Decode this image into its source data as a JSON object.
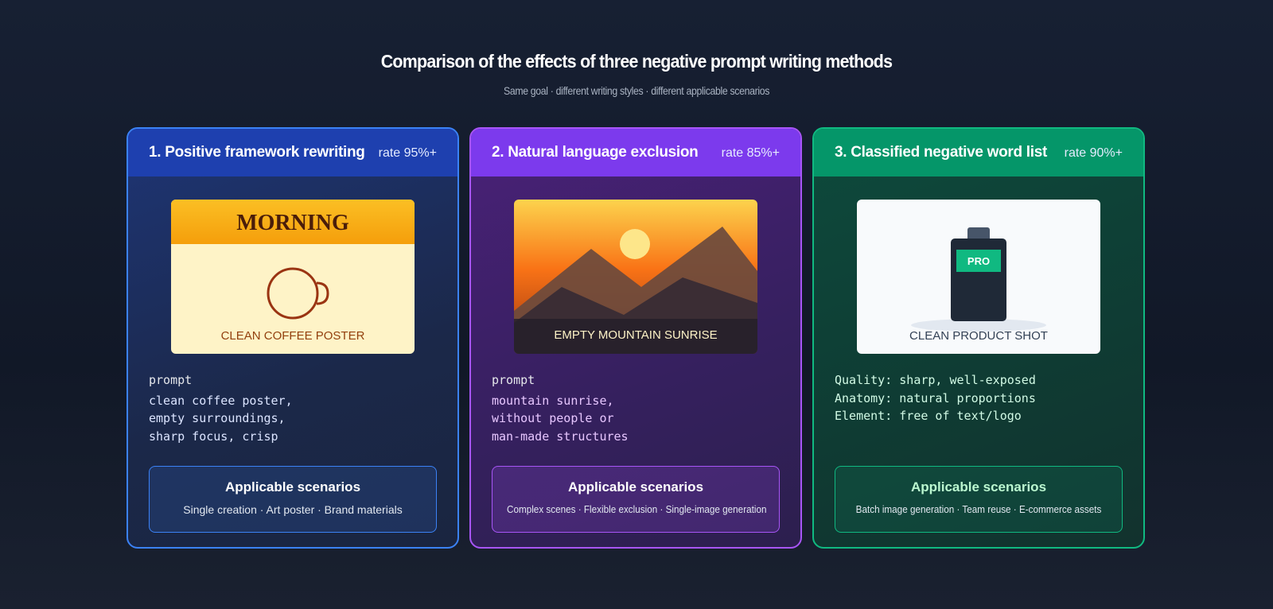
{
  "header": {
    "title": "Comparison of the effects of three negative prompt writing methods",
    "subtitle": "Same goal · different writing styles · different applicable scenarios"
  },
  "colors": {
    "card1_accent": "#3b82f6",
    "card2_accent": "#a855f7",
    "card3_accent": "#10b981"
  },
  "cards": [
    {
      "name": "1. Positive framework rewriting",
      "rate": "rate 95%+",
      "illustration": {
        "banner": "MORNING",
        "caption": "CLEAN COFFEE POSTER",
        "icon": "coffee-cup-icon"
      },
      "code_label": "prompt",
      "code_lines": [
        "clean coffee poster,",
        "empty surroundings,",
        "sharp focus, crisp"
      ],
      "scenarios_title": "Applicable scenarios",
      "scenarios_text": "Single creation · Art poster · Brand materials"
    },
    {
      "name": "2. Natural language exclusion",
      "rate": "rate 85%+",
      "illustration": {
        "caption": "EMPTY MOUNTAIN SUNRISE",
        "icon": "mountain-sunrise-icon"
      },
      "code_label": "prompt",
      "code_lines": [
        "mountain sunrise,",
        "without people or",
        "man-made structures"
      ],
      "scenarios_title": "Applicable scenarios",
      "scenarios_text": "Complex scenes · Flexible exclusion · Single-image generation"
    },
    {
      "name": "3. Classified negative word list",
      "rate": "rate 90%+",
      "illustration": {
        "label": "PRO",
        "caption": "CLEAN PRODUCT SHOT",
        "icon": "product-bottle-icon"
      },
      "code_lines": [
        "Quality: sharp, well-exposed",
        "Anatomy: natural proportions",
        "Element: free of text/logo"
      ],
      "scenarios_title": "Applicable scenarios",
      "scenarios_text": "Batch image generation · Team reuse · E-commerce assets"
    }
  ]
}
